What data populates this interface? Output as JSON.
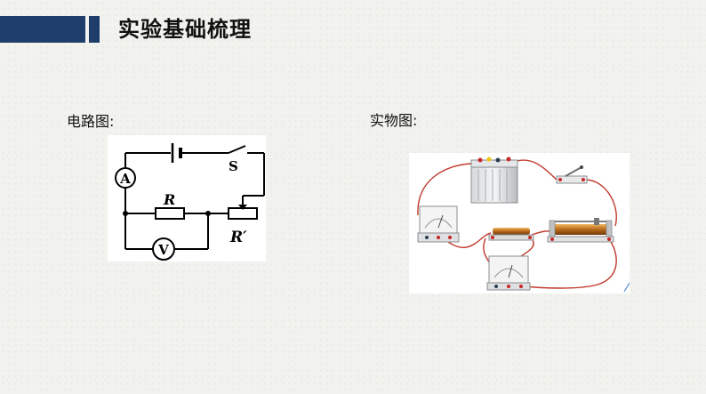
{
  "header": {
    "title": "实验基础梳理"
  },
  "circuit": {
    "label": "电路图:",
    "switch_label": "S",
    "resistor_label": "R",
    "rheostat_label": "R′",
    "ammeter_label": "A",
    "voltmeter_label": "V"
  },
  "real": {
    "label": "实物图:"
  },
  "colors": {
    "header_bar": "#1f3d6b",
    "background": "#f2f3ee",
    "wire_red": "#c0392b"
  }
}
